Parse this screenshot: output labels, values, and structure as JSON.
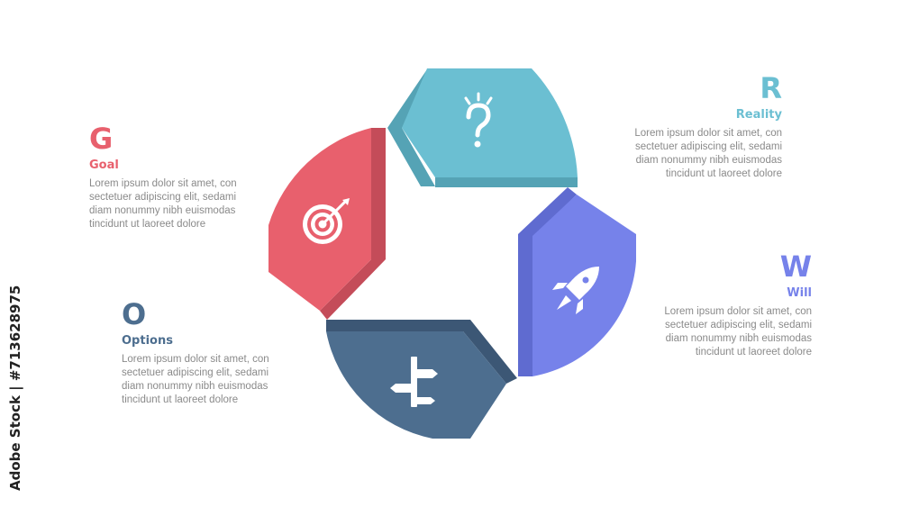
{
  "colors": {
    "goal": "#e8606d",
    "goal_shade": "#c44c59",
    "reality": "#6bbfd2",
    "reality_shade": "#55a3b5",
    "will": "#7682ea",
    "will_shade": "#5f6bd0",
    "options": "#4d6e8f",
    "options_shade": "#3c5775",
    "body_text": "#8a8a8a"
  },
  "goal": {
    "letter": "G",
    "title": "Goal",
    "line1": "Lorem ipsum dolor sit amet, con",
    "line2": "sectetuer adipiscing elit, sedami",
    "line3": "diam nonummy nibh euismodas",
    "line4": "tincidunt ut laoreet dolore",
    "icon": "target-icon"
  },
  "reality": {
    "letter": "R",
    "title": "Reality",
    "line1": "Lorem ipsum dolor sit amet, con",
    "line2": "sectetuer adipiscing elit, sedami",
    "line3": "diam nonummy nibh euismodas",
    "line4": "tincidunt ut laoreet dolore",
    "icon": "question-icon"
  },
  "will": {
    "letter": "W",
    "title": "Will",
    "line1": "Lorem ipsum dolor sit amet, con",
    "line2": "sectetuer adipiscing elit, sedami",
    "line3": "diam nonummy nibh euismodas",
    "line4": "tincidunt ut laoreet dolore",
    "icon": "rocket-icon"
  },
  "options": {
    "letter": "O",
    "title": "Options",
    "line1": "Lorem ipsum dolor sit amet, con",
    "line2": "sectetuer adipiscing elit, sedami",
    "line3": "diam nonummy nibh euismodas",
    "line4": "tincidunt ut laoreet dolore",
    "icon": "signpost-icon"
  },
  "stock_id": "Adobe Stock | #713628975"
}
